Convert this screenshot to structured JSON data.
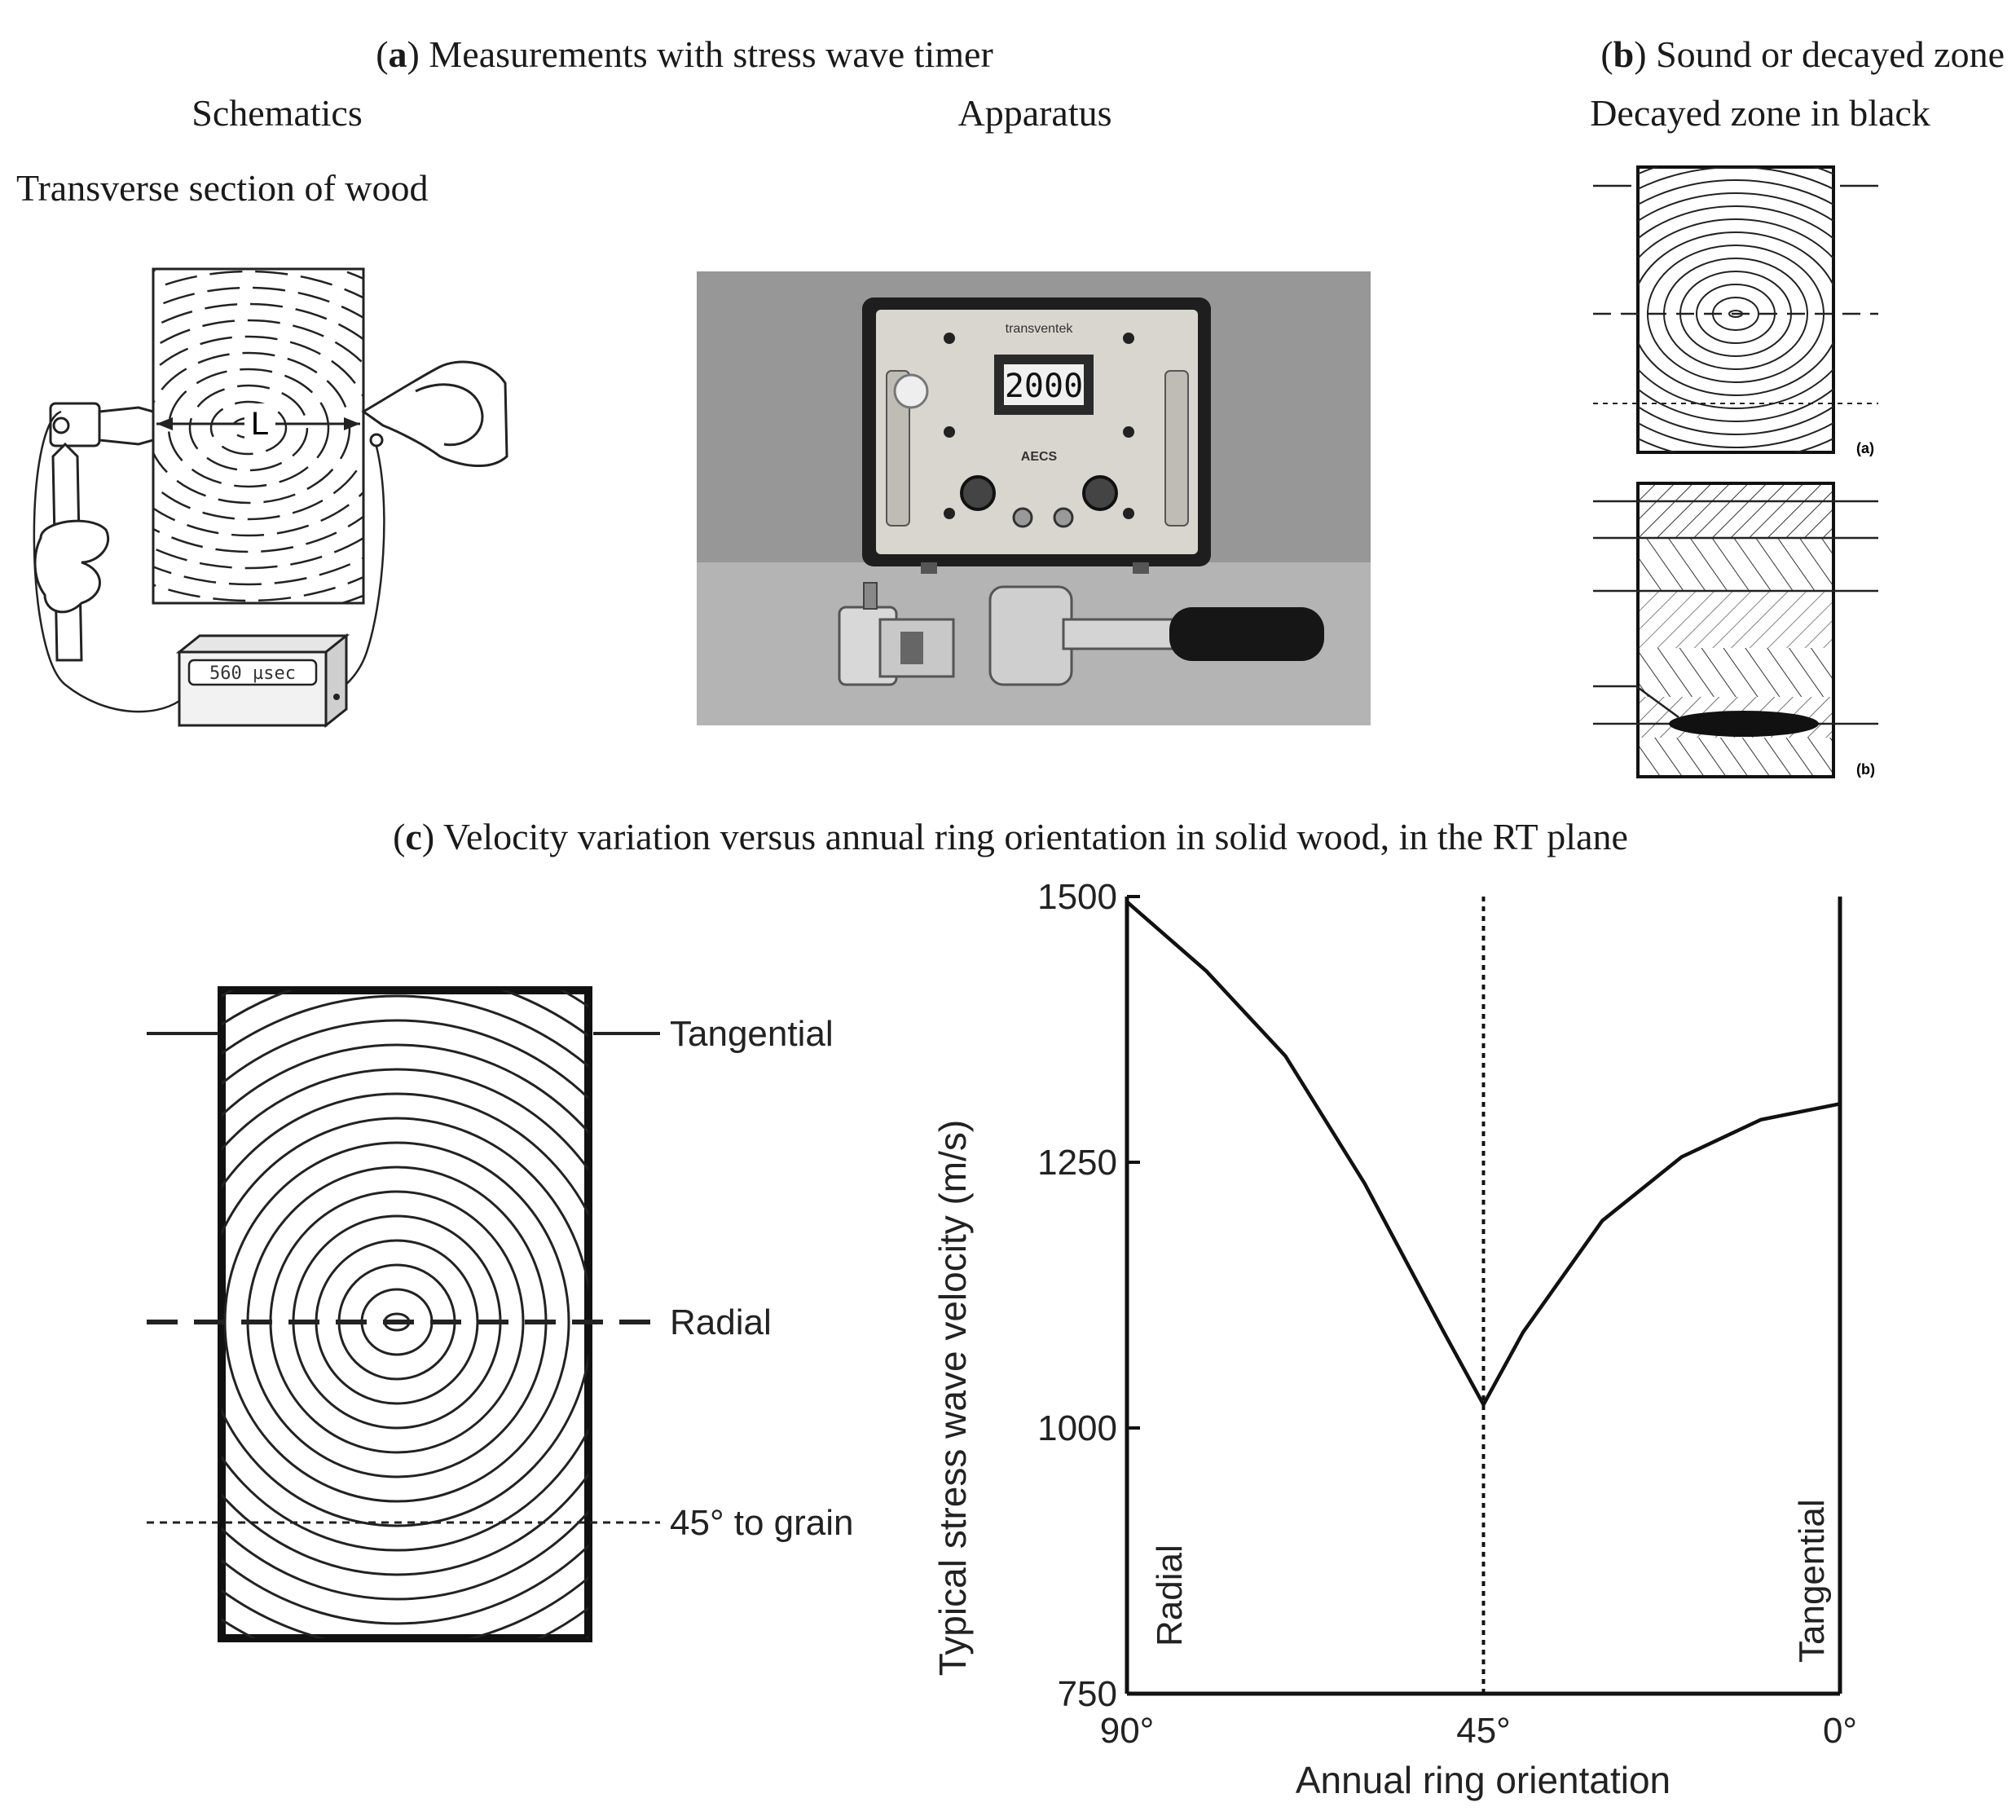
{
  "panel_a": {
    "letter": "a",
    "title": "Measurements with stress wave timer",
    "schematics_label": "Schematics",
    "apparatus_label": "Apparatus",
    "section_label": "Transverse section of wood",
    "length_label": "L",
    "timer_reading": "560 µsec",
    "device_display": "2000",
    "device_brand": "transventek",
    "device_model": "AECS"
  },
  "panel_b": {
    "letter": "b",
    "title": "Sound or decayed zone",
    "subtitle": "Decayed zone in black",
    "sub_a": "(a)",
    "sub_b": "(b)"
  },
  "panel_c": {
    "letter": "c",
    "title": "Velocity variation versus annual ring orientation in solid wood, in the RT plane",
    "line_labels": {
      "tangential": "Tangential",
      "radial": "Radial",
      "diagonal": "45° to grain"
    }
  },
  "chart_data": {
    "type": "line",
    "xlabel": "Annual ring orientation",
    "ylabel": "Typical stress wave velocity (m/s)",
    "x_tick_labels": [
      "90°",
      "45°",
      "0°"
    ],
    "x_ticks": [
      90,
      45,
      0
    ],
    "x_range": [
      90,
      0
    ],
    "y_ticks": [
      1500,
      1250,
      1000,
      750
    ],
    "ylim": [
      750,
      1500
    ],
    "annotations": {
      "left": "Radial",
      "right": "Tangential"
    },
    "reference_line_x": 45,
    "series": [
      {
        "x": [
          90,
          80,
          70,
          60,
          50,
          45,
          40,
          30,
          20,
          10,
          0
        ],
        "values": [
          1495,
          1430,
          1350,
          1230,
          1090,
          1022,
          1090,
          1195,
          1255,
          1290,
          1305
        ]
      }
    ]
  }
}
